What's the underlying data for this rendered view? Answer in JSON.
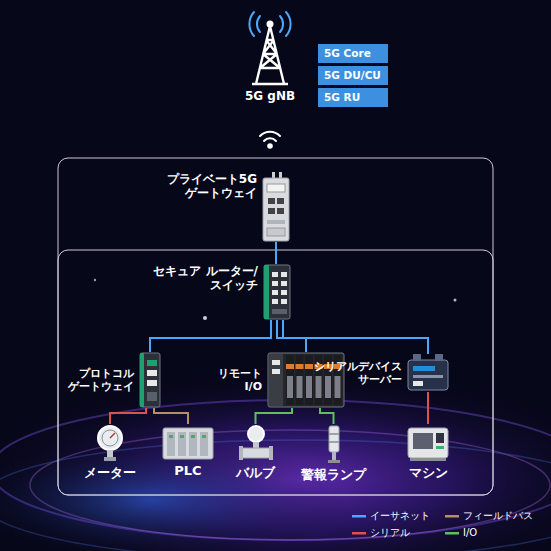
{
  "diagram": {
    "nodes": [
      {
        "text": [
          "5G gNB"
        ]
      },
      {
        "text": [
          "5G Core"
        ]
      },
      {
        "text": [
          "5G DU/CU"
        ]
      },
      {
        "text": [
          "5G RU"
        ]
      },
      {
        "text": [
          "プライベート5G ゲートウェイ"
        ]
      },
      {
        "text": [
          "セキュア ルーター/スイッチ"
        ]
      },
      {
        "text": [
          "プロトコル ゲートウェイ"
        ]
      },
      {
        "text": [
          "リモート I/O"
        ]
      },
      {
        "text": [
          "シリアルデバイス サーバー"
        ]
      },
      {
        "text": [
          "メーター"
        ]
      },
      {
        "text": [
          "PLC"
        ]
      },
      {
        "text": [
          "バルブ"
        ]
      },
      {
        "text": [
          "警報ランプ"
        ]
      },
      {
        "text": [
          "マシン"
        ]
      }
    ],
    "edges": [
      {
        "from": 4,
        "to": 5,
        "arrow": "none"
      },
      {
        "from": 5,
        "to": 6,
        "arrow": "none"
      },
      {
        "from": 5,
        "to": 7,
        "arrow": "none"
      },
      {
        "from": 5,
        "to": 8,
        "arrow": "none"
      },
      {
        "from": 6,
        "to": 9,
        "arrow": "none"
      },
      {
        "from": 6,
        "to": 10,
        "arrow": "none"
      },
      {
        "from": 7,
        "to": 11,
        "arrow": "none"
      },
      {
        "from": 7,
        "to": 12,
        "arrow": "none"
      },
      {
        "from": 8,
        "to": 13,
        "arrow": "none"
      }
    ],
    "legend": [
      {
        "text": "イーサネット"
      },
      {
        "text": "フィールドバス"
      },
      {
        "text": "シリアル"
      },
      {
        "text": "I/O"
      }
    ]
  }
}
